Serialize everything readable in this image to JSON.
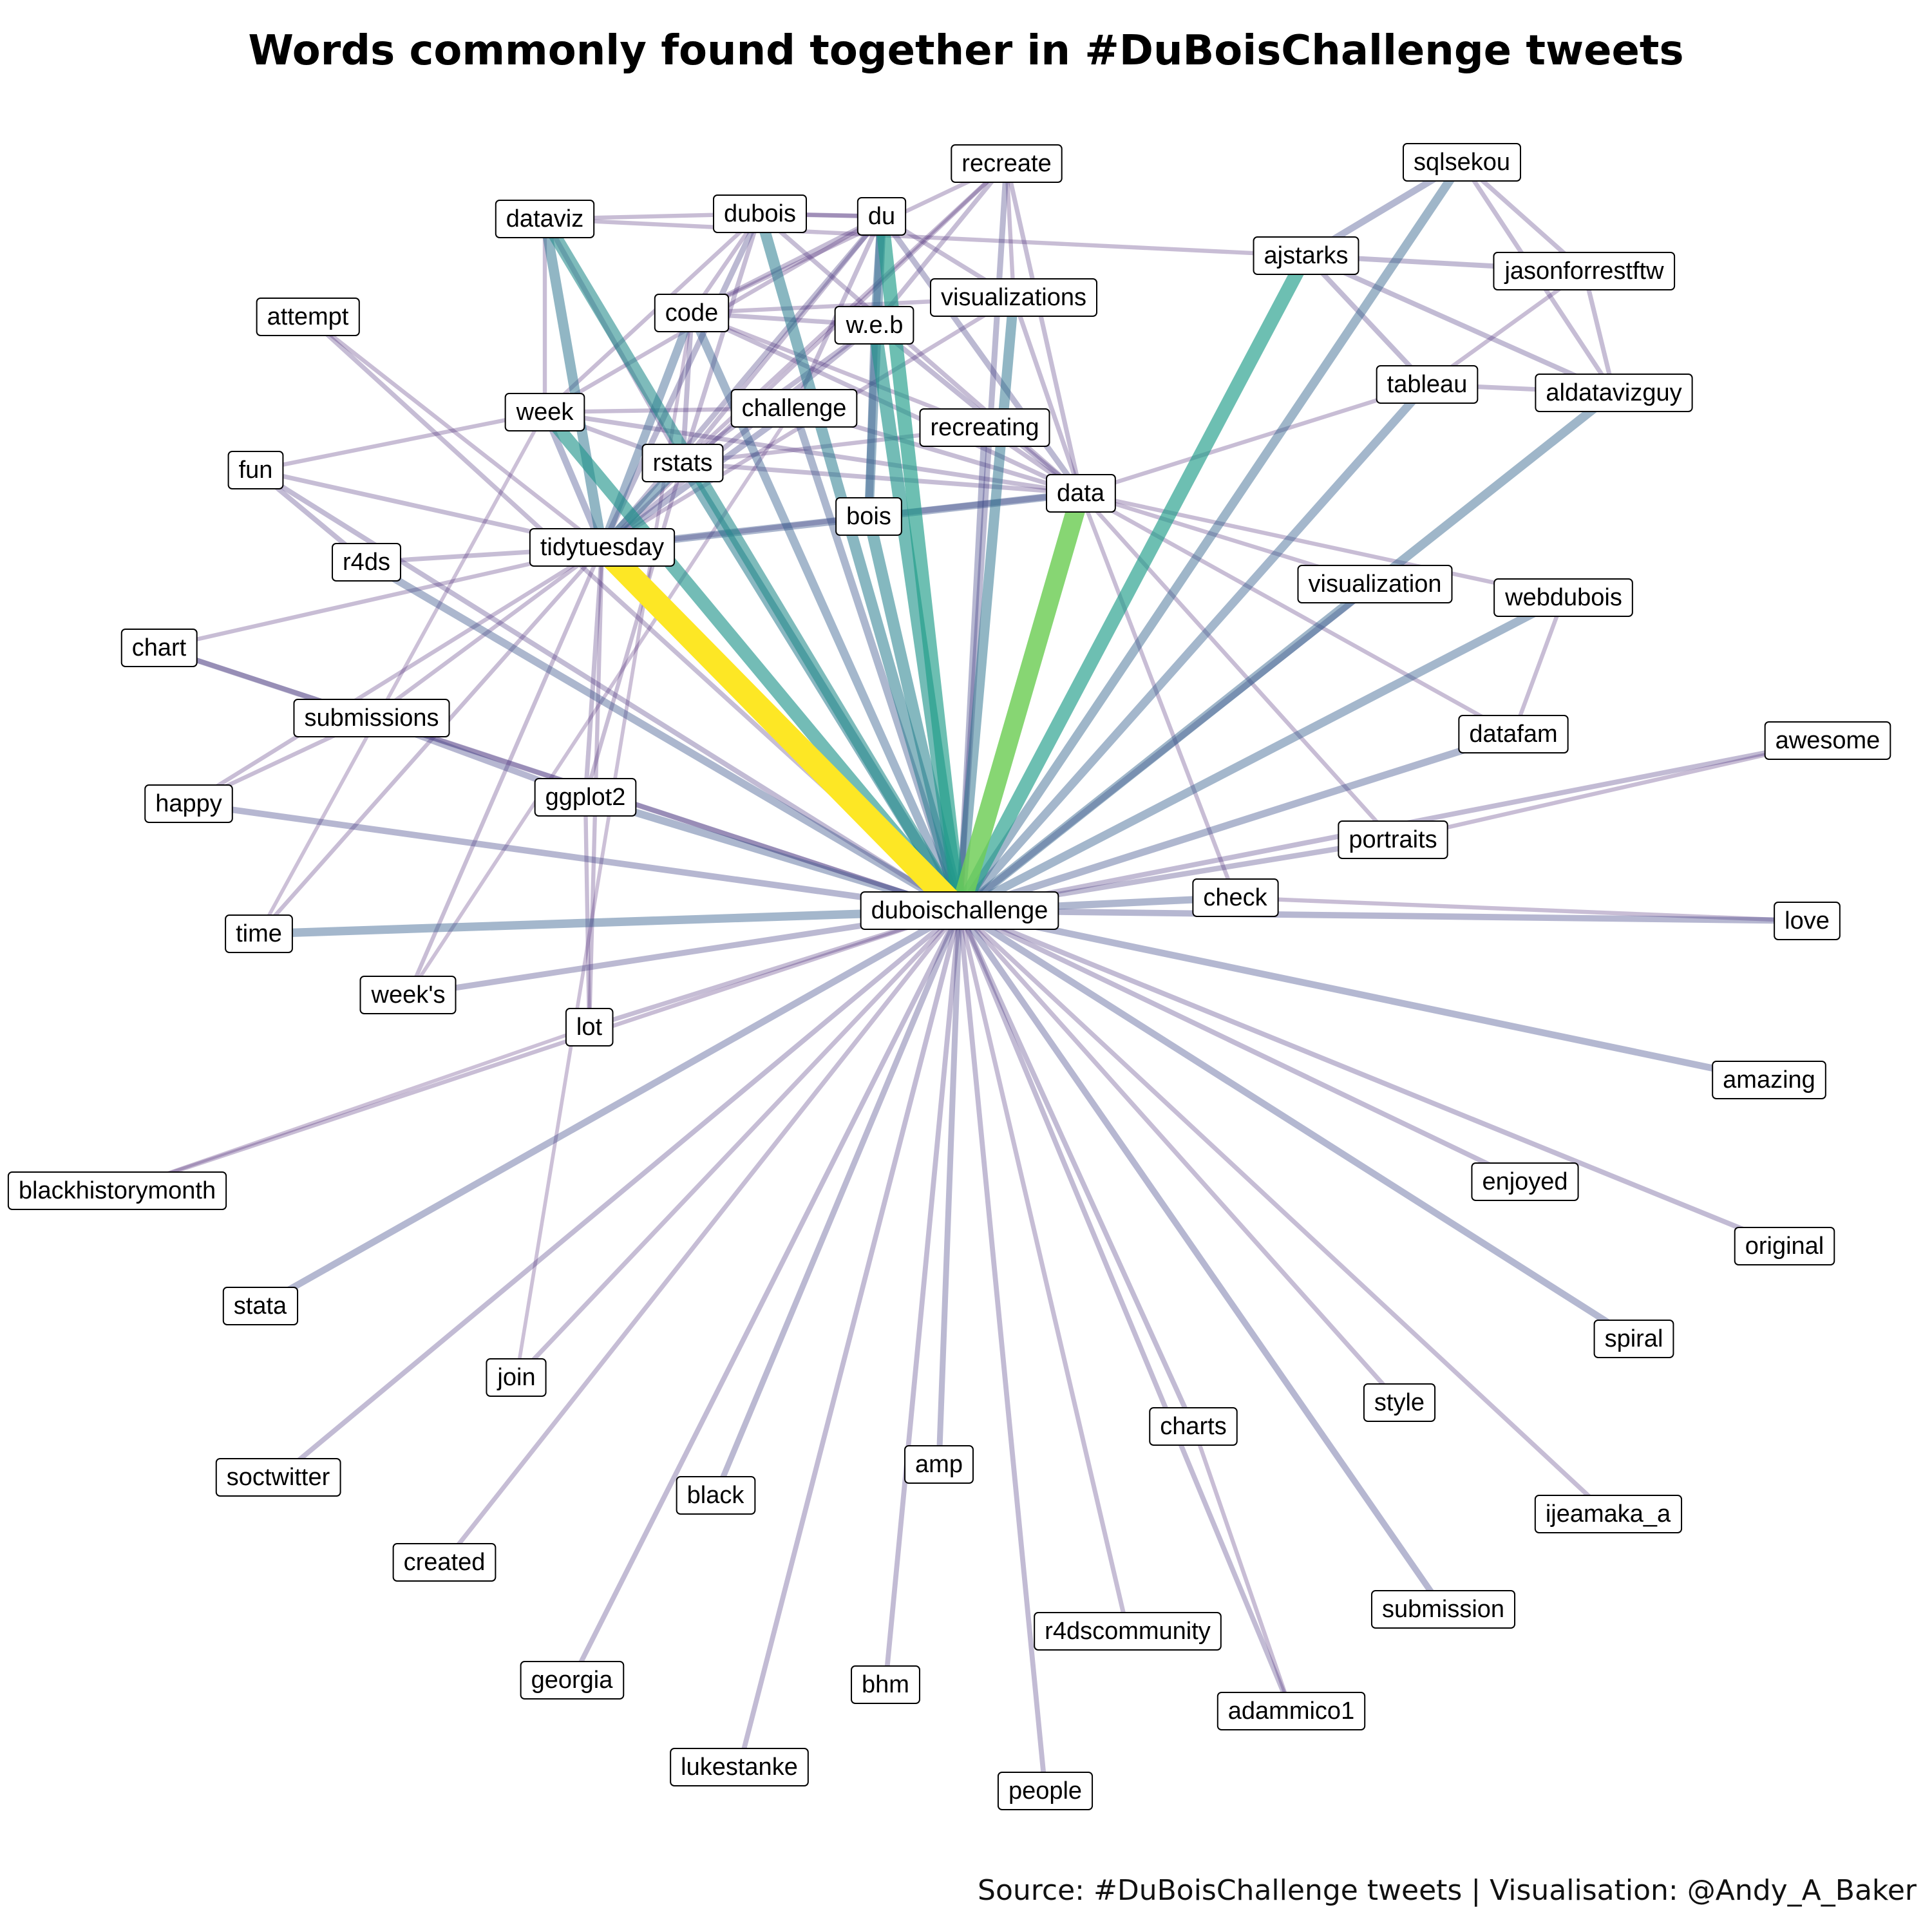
{
  "title": "Words commonly found together in #DuBoisChallenge tweets",
  "caption": "Source: #DuBoisChallenge tweets | Visualisation: @Andy_A_Baker",
  "nodes": [
    "duboischallenge",
    "tidytuesday",
    "data",
    "du",
    "bois",
    "w.e.b",
    "dubois",
    "dataviz",
    "code",
    "rstats",
    "challenge",
    "week",
    "recreate",
    "visualizations",
    "recreating",
    "ajstarks",
    "sqlsekou",
    "jasonforrestftw",
    "tableau",
    "aldatavizguy",
    "visualization",
    "webdubois",
    "datafam",
    "awesome",
    "portraits",
    "check",
    "love",
    "amazing",
    "enjoyed",
    "original",
    "spiral",
    "style",
    "ijeamaka_a",
    "submission",
    "charts",
    "adammico1",
    "r4dscommunity",
    "people",
    "amp",
    "bhm",
    "black",
    "lukestanke",
    "georgia",
    "created",
    "join",
    "soctwitter",
    "stata",
    "blackhistorymonth",
    "lot",
    "week's",
    "time",
    "happy",
    "ggplot2",
    "submissions",
    "chart",
    "r4ds",
    "fun",
    "attempt"
  ],
  "edges": [
    {
      "from": "duboischallenge",
      "to": "tidytuesday",
      "weight": 1.0
    },
    {
      "from": "duboischallenge",
      "to": "data",
      "weight": 0.78
    },
    {
      "from": "duboischallenge",
      "to": "du",
      "weight": 0.55
    },
    {
      "from": "duboischallenge",
      "to": "w.e.b",
      "weight": 0.52
    },
    {
      "from": "duboischallenge",
      "to": "bois",
      "weight": 0.45
    },
    {
      "from": "duboischallenge",
      "to": "ajstarks",
      "weight": 0.55
    },
    {
      "from": "duboischallenge",
      "to": "dataviz",
      "weight": 0.48
    },
    {
      "from": "duboischallenge",
      "to": "week",
      "weight": 0.52
    },
    {
      "from": "duboischallenge",
      "to": "dubois",
      "weight": 0.42
    },
    {
      "from": "duboischallenge",
      "to": "rstats",
      "weight": 0.42
    },
    {
      "from": "duboischallenge",
      "to": "visualizations",
      "weight": 0.38
    },
    {
      "from": "duboischallenge",
      "to": "sqlsekou",
      "weight": 0.32
    },
    {
      "from": "duboischallenge",
      "to": "aldatavizguy",
      "weight": 0.32
    },
    {
      "from": "duboischallenge",
      "to": "tableau",
      "weight": 0.3
    },
    {
      "from": "duboischallenge",
      "to": "webdubois",
      "weight": 0.3
    },
    {
      "from": "duboischallenge",
      "to": "code",
      "weight": 0.3
    },
    {
      "from": "duboischallenge",
      "to": "challenge",
      "weight": 0.26
    },
    {
      "from": "duboischallenge",
      "to": "time",
      "weight": 0.3
    },
    {
      "from": "duboischallenge",
      "to": "ggplot2",
      "weight": 0.26
    },
    {
      "from": "duboischallenge",
      "to": "r4ds",
      "weight": 0.26
    },
    {
      "from": "duboischallenge",
      "to": "datafam",
      "weight": 0.24
    },
    {
      "from": "duboischallenge",
      "to": "check",
      "weight": 0.24
    },
    {
      "from": "duboischallenge",
      "to": "recreating",
      "weight": 0.2
    },
    {
      "from": "duboischallenge",
      "to": "visualization",
      "weight": 0.2
    },
    {
      "from": "duboischallenge",
      "to": "recreate",
      "weight": 0.18
    },
    {
      "from": "duboischallenge",
      "to": "happy",
      "weight": 0.2
    },
    {
      "from": "duboischallenge",
      "to": "love",
      "weight": 0.2
    },
    {
      "from": "duboischallenge",
      "to": "amazing",
      "weight": 0.22
    },
    {
      "from": "duboischallenge",
      "to": "week's",
      "weight": 0.18
    },
    {
      "from": "duboischallenge",
      "to": "stata",
      "weight": 0.22
    },
    {
      "from": "duboischallenge",
      "to": "spiral",
      "weight": 0.22
    },
    {
      "from": "duboischallenge",
      "to": "submission",
      "weight": 0.2
    },
    {
      "from": "duboischallenge",
      "to": "black",
      "weight": 0.18
    },
    {
      "from": "duboischallenge",
      "to": "amp",
      "weight": 0.18
    },
    {
      "from": "duboischallenge",
      "to": "portraits",
      "weight": 0.16
    },
    {
      "from": "duboischallenge",
      "to": "awesome",
      "weight": 0.14
    },
    {
      "from": "duboischallenge",
      "to": "enjoyed",
      "weight": 0.14
    },
    {
      "from": "duboischallenge",
      "to": "original",
      "weight": 0.14
    },
    {
      "from": "duboischallenge",
      "to": "style",
      "weight": 0.12
    },
    {
      "from": "duboischallenge",
      "to": "ijeamaka_a",
      "weight": 0.12
    },
    {
      "from": "duboischallenge",
      "to": "charts",
      "weight": 0.14
    },
    {
      "from": "duboischallenge",
      "to": "adammico1",
      "weight": 0.14
    },
    {
      "from": "duboischallenge",
      "to": "r4dscommunity",
      "weight": 0.12
    },
    {
      "from": "duboischallenge",
      "to": "people",
      "weight": 0.14
    },
    {
      "from": "duboischallenge",
      "to": "bhm",
      "weight": 0.14
    },
    {
      "from": "duboischallenge",
      "to": "lukestanke",
      "weight": 0.14
    },
    {
      "from": "duboischallenge",
      "to": "georgia",
      "weight": 0.14
    },
    {
      "from": "duboischallenge",
      "to": "created",
      "weight": 0.12
    },
    {
      "from": "duboischallenge",
      "to": "join",
      "weight": 0.12
    },
    {
      "from": "duboischallenge",
      "to": "soctwitter",
      "weight": 0.14
    },
    {
      "from": "duboischallenge",
      "to": "blackhistorymonth",
      "weight": 0.1
    },
    {
      "from": "duboischallenge",
      "to": "lot",
      "weight": 0.12
    },
    {
      "from": "duboischallenge",
      "to": "submissions",
      "weight": 0.14
    },
    {
      "from": "duboischallenge",
      "to": "chart",
      "weight": 0.14
    },
    {
      "from": "duboischallenge",
      "to": "fun",
      "weight": 0.14
    },
    {
      "from": "duboischallenge",
      "to": "attempt",
      "weight": 0.12
    },
    {
      "from": "tidytuesday",
      "to": "dataviz",
      "weight": 0.38
    },
    {
      "from": "tidytuesday",
      "to": "rstats",
      "weight": 0.34
    },
    {
      "from": "tidytuesday",
      "to": "code",
      "weight": 0.3
    },
    {
      "from": "tidytuesday",
      "to": "data",
      "weight": 0.26
    },
    {
      "from": "tidytuesday",
      "to": "week",
      "weight": 0.22
    },
    {
      "from": "tidytuesday",
      "to": "challenge",
      "weight": 0.2
    },
    {
      "from": "tidytuesday",
      "to": "dubois",
      "weight": 0.18
    },
    {
      "from": "tidytuesday",
      "to": "du",
      "weight": 0.16
    },
    {
      "from": "tidytuesday",
      "to": "w.e.b",
      "weight": 0.14
    },
    {
      "from": "tidytuesday",
      "to": "bois",
      "weight": 0.14
    },
    {
      "from": "tidytuesday",
      "to": "fun",
      "weight": 0.12
    },
    {
      "from": "tidytuesday",
      "to": "r4ds",
      "weight": 0.12
    },
    {
      "from": "tidytuesday",
      "to": "chart",
      "weight": 0.1
    },
    {
      "from": "tidytuesday",
      "to": "submissions",
      "weight": 0.1
    },
    {
      "from": "tidytuesday",
      "to": "happy",
      "weight": 0.1
    },
    {
      "from": "tidytuesday",
      "to": "ggplot2",
      "weight": 0.12
    },
    {
      "from": "tidytuesday",
      "to": "lot",
      "weight": 0.1
    },
    {
      "from": "tidytuesday",
      "to": "time",
      "weight": 0.1
    },
    {
      "from": "tidytuesday",
      "to": "week's",
      "weight": 0.1
    },
    {
      "from": "tidytuesday",
      "to": "attempt",
      "weight": 0.1
    },
    {
      "from": "tidytuesday",
      "to": "visualizations",
      "weight": 0.1
    },
    {
      "from": "tidytuesday",
      "to": "recreate",
      "weight": 0.1
    },
    {
      "from": "du",
      "to": "bois",
      "weight": 0.34
    },
    {
      "from": "du",
      "to": "w.e.b",
      "weight": 0.3
    },
    {
      "from": "du",
      "to": "data",
      "weight": 0.18
    },
    {
      "from": "du",
      "to": "dubois",
      "weight": 0.12
    },
    {
      "from": "du",
      "to": "code",
      "weight": 0.12
    },
    {
      "from": "du",
      "to": "rstats",
      "weight": 0.12
    },
    {
      "from": "du",
      "to": "challenge",
      "weight": 0.12
    },
    {
      "from": "du",
      "to": "week",
      "weight": 0.1
    },
    {
      "from": "du",
      "to": "visualizations",
      "weight": 0.12
    },
    {
      "from": "w.e.b",
      "to": "bois",
      "weight": 0.26
    },
    {
      "from": "w.e.b",
      "to": "data",
      "weight": 0.14
    },
    {
      "from": "w.e.b",
      "to": "rstats",
      "weight": 0.14
    },
    {
      "from": "w.e.b",
      "to": "code",
      "weight": 0.12
    },
    {
      "from": "w.e.b",
      "to": "recreate",
      "weight": 0.12
    },
    {
      "from": "bois",
      "to": "data",
      "weight": 0.18
    },
    {
      "from": "dubois",
      "to": "dataviz",
      "weight": 0.1
    },
    {
      "from": "dubois",
      "to": "data",
      "weight": 0.12
    },
    {
      "from": "dubois",
      "to": "rstats",
      "weight": 0.12
    },
    {
      "from": "dubois",
      "to": "code",
      "weight": 0.1
    },
    {
      "from": "dubois",
      "to": "week",
      "weight": 0.1
    },
    {
      "from": "dubois",
      "to": "du",
      "weight": 0.1
    },
    {
      "from": "dataviz",
      "to": "rstats",
      "weight": 0.14
    },
    {
      "from": "dataviz",
      "to": "week",
      "weight": 0.1
    },
    {
      "from": "dataviz",
      "to": "ajstarks",
      "weight": 0.1
    },
    {
      "from": "code",
      "to": "rstats",
      "weight": 0.14
    },
    {
      "from": "code",
      "to": "data",
      "weight": 0.12
    },
    {
      "from": "code",
      "to": "visualizations",
      "weight": 0.1
    },
    {
      "from": "rstats",
      "to": "data",
      "weight": 0.12
    },
    {
      "from": "rstats",
      "to": "week",
      "weight": 0.12
    },
    {
      "from": "rstats",
      "to": "recreating",
      "weight": 0.1
    },
    {
      "from": "challenge",
      "to": "data",
      "weight": 0.12
    },
    {
      "from": "challenge",
      "to": "week",
      "weight": 0.1
    },
    {
      "from": "week",
      "to": "data",
      "weight": 0.12
    },
    {
      "from": "week",
      "to": "fun",
      "weight": 0.1
    },
    {
      "from": "recreate",
      "to": "data",
      "weight": 0.12
    },
    {
      "from": "recreate",
      "to": "visualizations",
      "weight": 0.1
    },
    {
      "from": "recreate",
      "to": "code",
      "weight": 0.1
    },
    {
      "from": "recreate",
      "to": "rstats",
      "weight": 0.1
    },
    {
      "from": "visualizations",
      "to": "data",
      "weight": 0.12
    },
    {
      "from": "recreating",
      "to": "data",
      "weight": 0.12
    },
    {
      "from": "recreating",
      "to": "code",
      "weight": 0.1
    },
    {
      "from": "ajstarks",
      "to": "sqlsekou",
      "weight": 0.22
    },
    {
      "from": "ajstarks",
      "to": "jasonforrestftw",
      "weight": 0.14
    },
    {
      "from": "ajstarks",
      "to": "tableau",
      "weight": 0.14
    },
    {
      "from": "ajstarks",
      "to": "aldatavizguy",
      "weight": 0.14
    },
    {
      "from": "sqlsekou",
      "to": "jasonforrestftw",
      "weight": 0.12
    },
    {
      "from": "sqlsekou",
      "to": "aldatavizguy",
      "weight": 0.12
    },
    {
      "from": "jasonforrestftw",
      "to": "aldatavizguy",
      "weight": 0.12
    },
    {
      "from": "jasonforrestftw",
      "to": "tableau",
      "weight": 0.1
    },
    {
      "from": "tableau",
      "to": "aldatavizguy",
      "weight": 0.12
    },
    {
      "from": "data",
      "to": "visualization",
      "weight": 0.1
    },
    {
      "from": "data",
      "to": "webdubois",
      "weight": 0.1
    },
    {
      "from": "data",
      "to": "datafam",
      "weight": 0.1
    },
    {
      "from": "data",
      "to": "portraits",
      "weight": 0.1
    },
    {
      "from": "data",
      "to": "check",
      "weight": 0.1
    },
    {
      "from": "data",
      "to": "tableau",
      "weight": 0.1
    },
    {
      "from": "webdubois",
      "to": "datafam",
      "weight": 0.1
    },
    {
      "from": "r4ds",
      "to": "fun",
      "weight": 0.14
    },
    {
      "from": "chart",
      "to": "submissions",
      "weight": 0.16
    },
    {
      "from": "submissions",
      "to": "ggplot2",
      "weight": 0.2
    },
    {
      "from": "submissions",
      "to": "happy",
      "weight": 0.1
    },
    {
      "from": "ggplot2",
      "to": "lot",
      "weight": 0.1
    },
    {
      "from": "ggplot2",
      "to": "rstats",
      "weight": 0.1
    },
    {
      "from": "portraits",
      "to": "awesome",
      "weight": 0.1
    },
    {
      "from": "check",
      "to": "love",
      "weight": 0.1
    },
    {
      "from": "lot",
      "to": "blackhistorymonth",
      "weight": 0.08
    },
    {
      "from": "charts",
      "to": "adammico1",
      "weight": 0.1
    },
    {
      "from": "time",
      "to": "week",
      "weight": 0.08
    },
    {
      "from": "week's",
      "to": "challenge",
      "weight": 0.08
    },
    {
      "from": "join",
      "to": "code",
      "weight": 0.08
    }
  ]
}
